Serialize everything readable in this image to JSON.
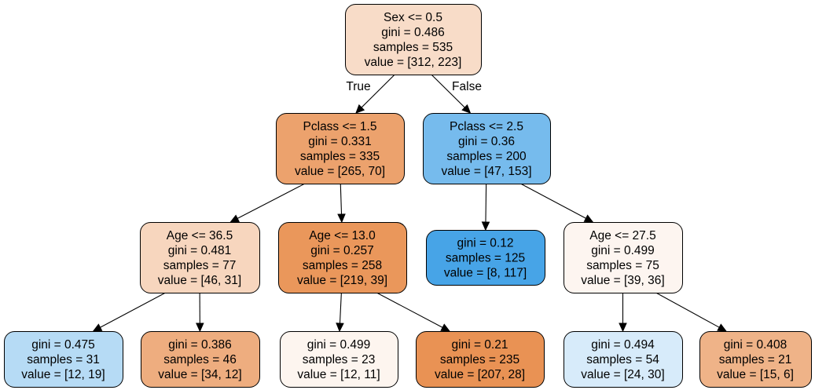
{
  "tree": {
    "nodes": [
      {
        "id": "n0",
        "lines": [
          "Sex <= 0.5",
          "gini = 0.486",
          "samples = 535",
          "value = [312, 223]"
        ],
        "fill": "#f8dcc8"
      },
      {
        "id": "n1",
        "lines": [
          "Pclass <= 1.5",
          "gini = 0.331",
          "samples = 335",
          "value = [265, 70]"
        ],
        "fill": "#eca26d"
      },
      {
        "id": "n2",
        "lines": [
          "Pclass <= 2.5",
          "gini = 0.36",
          "samples = 200",
          "value = [47, 153]"
        ],
        "fill": "#76bbed"
      },
      {
        "id": "n3",
        "lines": [
          "Age <= 36.5",
          "gini = 0.481",
          "samples = 77",
          "value = [46, 31]"
        ],
        "fill": "#f7d6be"
      },
      {
        "id": "n4",
        "lines": [
          "Age <= 13.0",
          "gini = 0.257",
          "samples = 258",
          "value = [219, 39]"
        ],
        "fill": "#ea975b"
      },
      {
        "id": "n5",
        "lines": [
          "gini = 0.12",
          "samples = 125",
          "value = [8, 117]"
        ],
        "fill": "#47a4e7"
      },
      {
        "id": "n6",
        "lines": [
          "Age <= 27.5",
          "gini = 0.499",
          "samples = 75",
          "value = [39, 36]"
        ],
        "fill": "#fdf5f0"
      },
      {
        "id": "n7",
        "lines": [
          "gini = 0.475",
          "samples = 31",
          "value = [12, 19]"
        ],
        "fill": "#b6dbf5"
      },
      {
        "id": "n8",
        "lines": [
          "gini = 0.386",
          "samples = 46",
          "value = [34, 12]"
        ],
        "fill": "#eead7f"
      },
      {
        "id": "n9",
        "lines": [
          "gini = 0.499",
          "samples = 23",
          "value = [12, 11]"
        ],
        "fill": "#fdf5ef"
      },
      {
        "id": "n10",
        "lines": [
          "gini = 0.21",
          "samples = 235",
          "value = [207, 28]"
        ],
        "fill": "#e99254"
      },
      {
        "id": "n11",
        "lines": [
          "gini = 0.494",
          "samples = 54",
          "value = [24, 30]"
        ],
        "fill": "#d7ebfa"
      },
      {
        "id": "n12",
        "lines": [
          "gini = 0.408",
          "samples = 21",
          "value = [15, 6]"
        ],
        "fill": "#efb388"
      }
    ],
    "edges": [
      {
        "from": "n0",
        "to": "n1",
        "label": "True"
      },
      {
        "from": "n0",
        "to": "n2",
        "label": "False"
      },
      {
        "from": "n1",
        "to": "n3",
        "label": ""
      },
      {
        "from": "n1",
        "to": "n4",
        "label": ""
      },
      {
        "from": "n2",
        "to": "n5",
        "label": ""
      },
      {
        "from": "n2",
        "to": "n6",
        "label": ""
      },
      {
        "from": "n3",
        "to": "n7",
        "label": ""
      },
      {
        "from": "n3",
        "to": "n8",
        "label": ""
      },
      {
        "from": "n4",
        "to": "n9",
        "label": ""
      },
      {
        "from": "n4",
        "to": "n10",
        "label": ""
      },
      {
        "from": "n6",
        "to": "n11",
        "label": ""
      },
      {
        "from": "n6",
        "to": "n12",
        "label": ""
      }
    ]
  }
}
